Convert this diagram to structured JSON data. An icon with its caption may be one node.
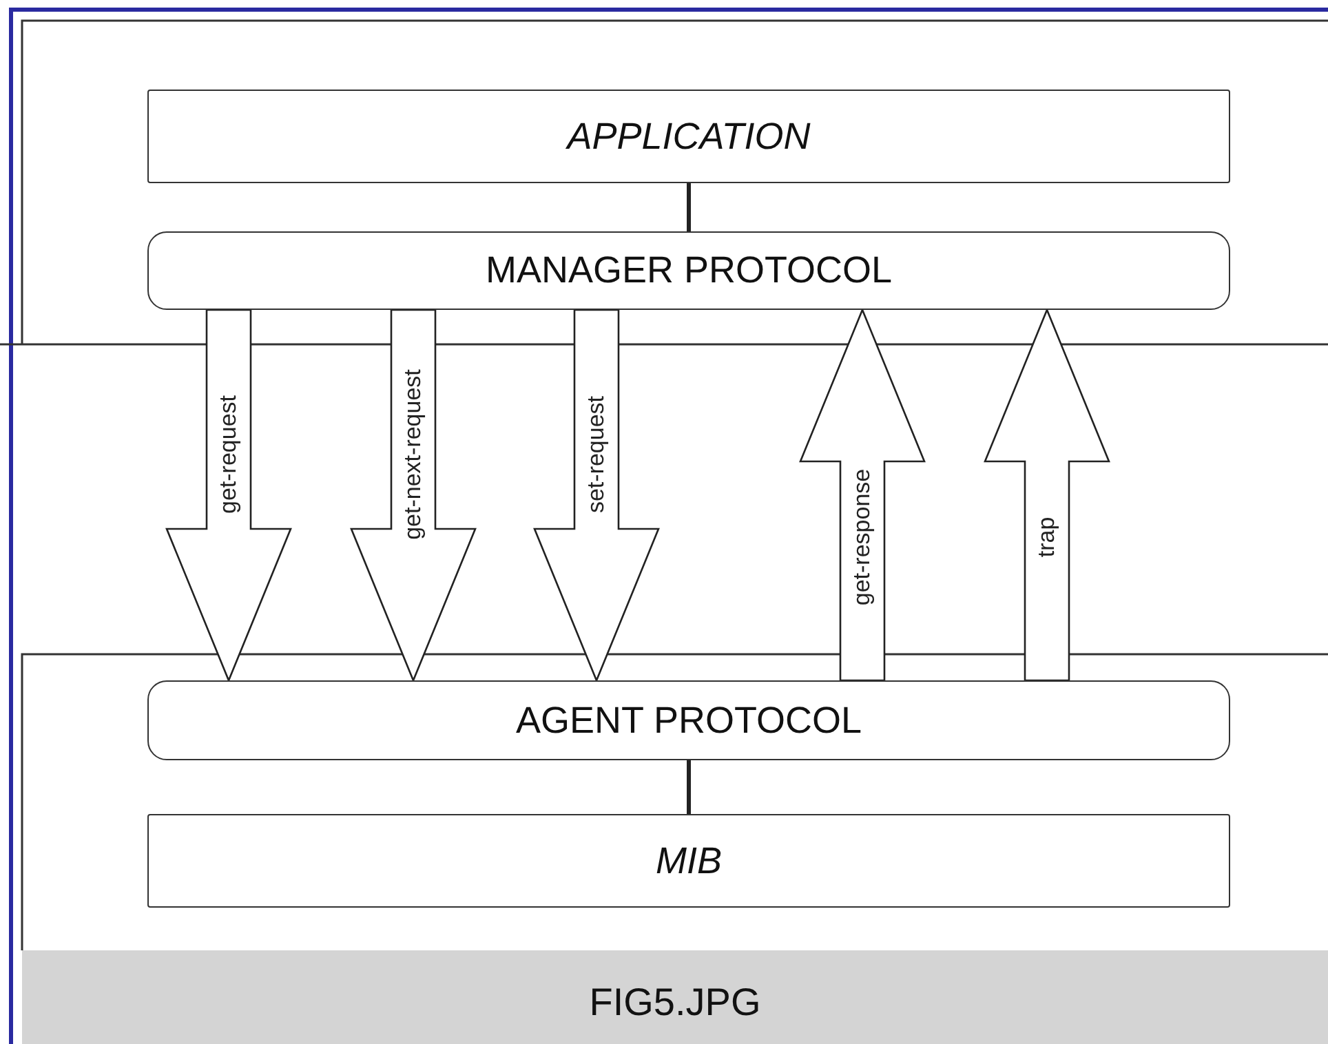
{
  "diagram": {
    "caption": "FIG5.JPG",
    "nodes": [
      {
        "text": [
          "APPLICATION"
        ]
      },
      {
        "text": [
          "MANAGER PROTOCOL"
        ]
      },
      {
        "text": [
          "AGENT PROTOCOL"
        ]
      },
      {
        "text": [
          "MIB"
        ]
      }
    ],
    "edges": [
      {
        "from": 0,
        "to": 1,
        "arrow": "none"
      },
      {
        "from": 1,
        "to": 2,
        "arrow": "to",
        "label": "get-request"
      },
      {
        "from": 1,
        "to": 2,
        "arrow": "to",
        "label": "get-next-request"
      },
      {
        "from": 1,
        "to": 2,
        "arrow": "to",
        "label": "set-request"
      },
      {
        "from": 2,
        "to": 1,
        "arrow": "to",
        "label": "get-response"
      },
      {
        "from": 2,
        "to": 1,
        "arrow": "to",
        "label": "trap"
      },
      {
        "from": 2,
        "to": 3,
        "arrow": "none"
      }
    ]
  }
}
